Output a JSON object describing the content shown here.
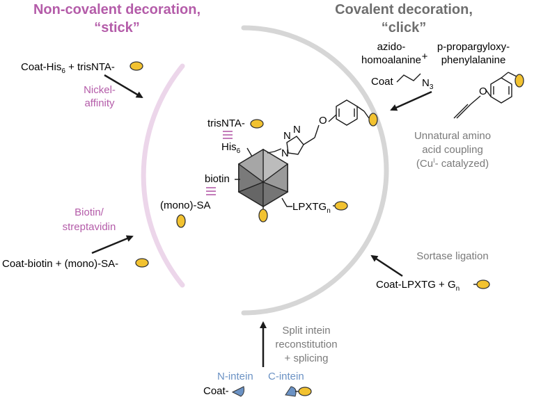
{
  "colors": {
    "pink_heading": "#b45ca9",
    "pink_arc": "#ecd6ea",
    "gray_heading": "#6e6e6e",
    "gray_arc": "#d6d6d6",
    "payload_yellow": "#f2c230",
    "intein_blue": "#6b92c4",
    "capsid_gray": "#8a8a8a"
  },
  "headings": {
    "noncovalent_line1": "Non-covalent decoration,",
    "noncovalent_line2": "“stick”",
    "covalent_line1": "Covalent decoration,",
    "covalent_line2": "“click”"
  },
  "left": {
    "coat_his": "Coat-His",
    "his_sub": "6",
    "plus_trisnta": " + trisNTA-",
    "nickel_line1": "Nickel-",
    "nickel_line2": "affinity",
    "biotin_line1": "Biotin/",
    "biotin_line2": "streptavidin",
    "coat_biotin": "Coat-biotin + (mono)-SA-"
  },
  "right": {
    "azido_line1": "azido-",
    "azido_line2": "homoalanine",
    "plus": "+",
    "ppa_line1": "p-propargyloxy-",
    "ppa_line2": "phenylalanine",
    "coat": "Coat",
    "n3": "N",
    "n3_sub": "3",
    "uaa_line1": "Unnatural amino",
    "uaa_line2": "acid coupling",
    "uaa_line3a": "(Cu",
    "uaa_line3_sup": "I",
    "uaa_line3b": "- catalyzed)",
    "sortase": "Sortase ligation",
    "coat_lpxtg": "Coat-LPXTG + G",
    "g_sub": "n"
  },
  "bottom": {
    "split_line1": "Split intein",
    "split_line2": "reconstitution",
    "split_line3": "+ splicing",
    "n_intein": "N-intein",
    "c_intein": "C-intein",
    "coat": "Coat-"
  },
  "center": {
    "trisnta": "trisNTA-",
    "his": "His",
    "his_sub": "6",
    "biotin": "biotin",
    "mono_sa": "(mono)-SA",
    "lpxtg": "LPXTG",
    "lpxtg_sub": "n",
    "atom_n": "N"
  }
}
